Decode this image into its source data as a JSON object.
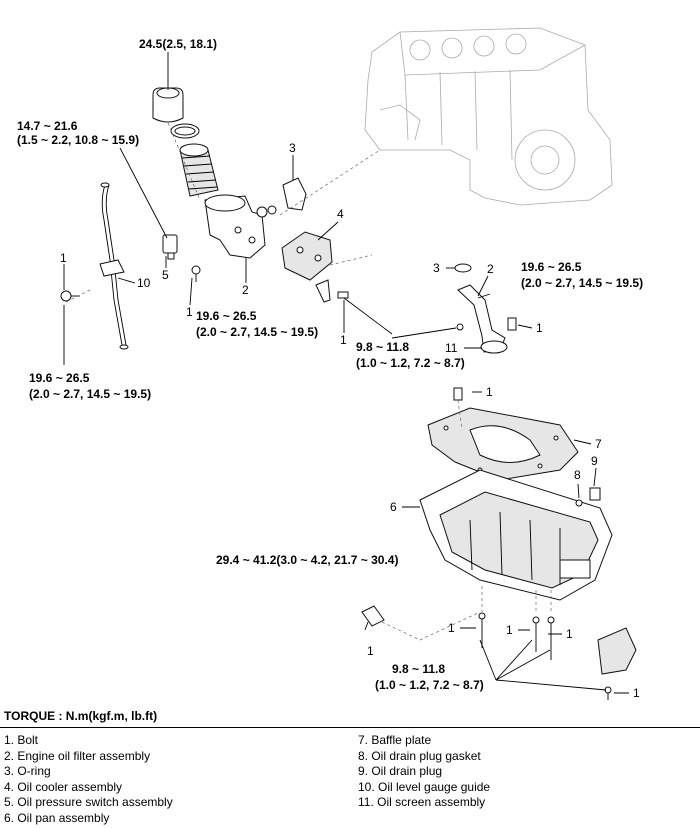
{
  "torque": {
    "filter_cap": "24.5(2.5, 18.1)",
    "switch_a": "14.7 ~ 21.6",
    "switch_b": "(1.5 ~ 2.2, 10.8 ~ 15.9)",
    "cooler_bolt_a": "19.6 ~ 26.5",
    "cooler_bolt_b": "(2.0 ~ 2.7, 14.5 ~ 19.5)",
    "guide_bolt_a": "19.6 ~ 26.5",
    "guide_bolt_b": "(2.0 ~ 2.7, 14.5 ~ 19.5)",
    "screen_bolt_a": "19.6 ~ 26.5",
    "screen_bolt_b": "(2.0 ~ 2.7, 14.5 ~ 19.5)",
    "small_bolt_a": "9.8 ~ 11.8",
    "small_bolt_b": "(1.0 ~ 1.2, 7.2 ~ 8.7)",
    "drain_plug": "29.4 ~ 41.2(3.0 ~ 4.2, 21.7 ~ 30.4)",
    "pan_bolt_a": "9.8 ~ 11.8",
    "pan_bolt_b": "(1.0 ~ 1.2, 7.2 ~ 8.7)"
  },
  "callouts": {
    "c1": "1",
    "c2": "2",
    "c3": "3",
    "c4": "4",
    "c5": "5",
    "c6": "6",
    "c7": "7",
    "c8": "8",
    "c9": "9",
    "c10": "10",
    "c11": "11"
  },
  "torque_heading": "TORQUE : N.m(kgf.m, lb.ft)",
  "legend_left": [
    "1.  Bolt",
    "2.  Engine oil filter assembly",
    "3.  O-ring",
    "4.  Oil cooler assembly",
    "5.  Oil pressure switch assembly",
    "6.  Oil pan assembly"
  ],
  "legend_right": [
    "7.  Baffle plate",
    "8.  Oil drain plug gasket",
    "9.  Oil drain plug",
    "10.  Oil level gauge guide",
    "11.  Oil screen assembly"
  ]
}
